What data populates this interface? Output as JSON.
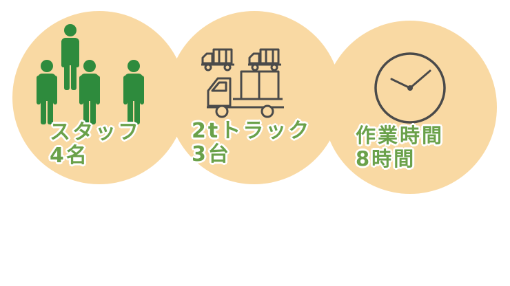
{
  "colors": {
    "circle": "#f9d9a3",
    "people": "#2e8b3d",
    "label": "#6aa14a",
    "outline": "#4a4a4a"
  },
  "items": [
    {
      "icon": "people-icon",
      "line1": "スタッフ",
      "line2": "4名"
    },
    {
      "icon": "truck-icon",
      "line1": "2tトラック",
      "line2": "3台"
    },
    {
      "icon": "clock-icon",
      "line1": "作業時間",
      "line2": "8時間"
    }
  ]
}
